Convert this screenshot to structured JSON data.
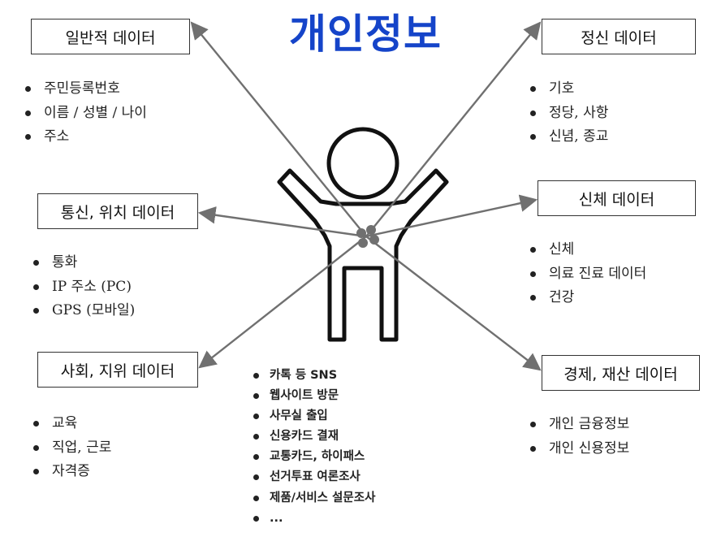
{
  "title": "개인정보",
  "categories": {
    "general": {
      "label": "일반적 데이터",
      "items": [
        "주민등록번호",
        "이름 / 성별 / 나이",
        "주소"
      ]
    },
    "comm": {
      "label": "통신, 위치 데이터",
      "items": [
        "통화",
        "IP 주소 (PC)",
        "GPS (모바일)"
      ]
    },
    "social": {
      "label": "사회, 지위 데이터",
      "items": [
        "교육",
        "직업, 근로",
        "자격증"
      ]
    },
    "mental": {
      "label": "정신 데이터",
      "items": [
        "기호",
        "정당, 사항",
        "신념, 종교"
      ]
    },
    "body": {
      "label": "신체 데이터",
      "items": [
        "신체",
        "의료 진료 데이터",
        "건강"
      ]
    },
    "economic": {
      "label": "경제, 재산 데이터",
      "items": [
        "개인 금융정보",
        "개인 신용정보"
      ]
    }
  },
  "center_items": [
    "카톡 등 SNS",
    "웹사이트 방문",
    "사무실 출입",
    "신용카드 결재",
    "교통카드, 하이패스",
    "선거투표 여론조사",
    "제품/서비스 설문조사",
    "..."
  ],
  "colors": {
    "title": "#1544c9",
    "arrow": "#707070",
    "figure": "#111111"
  }
}
